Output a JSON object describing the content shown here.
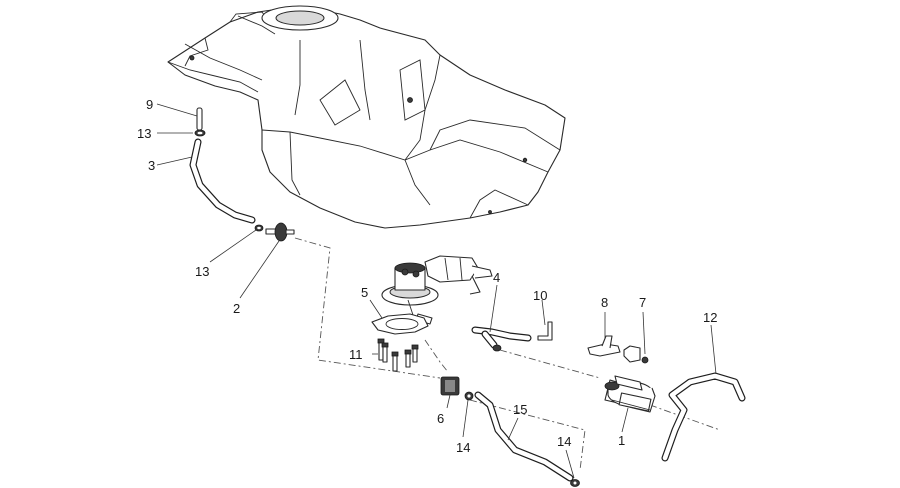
{
  "callouts": {
    "c9": "9",
    "c13a": "13",
    "c3": "3",
    "c13b": "13",
    "c2": "2",
    "c5": "5",
    "c11": "11",
    "c4": "4",
    "c10": "10",
    "c8": "8",
    "c7": "7",
    "c12": "12",
    "c6": "6",
    "c14a": "14",
    "c15": "15",
    "c14b": "14",
    "c1": "1"
  }
}
